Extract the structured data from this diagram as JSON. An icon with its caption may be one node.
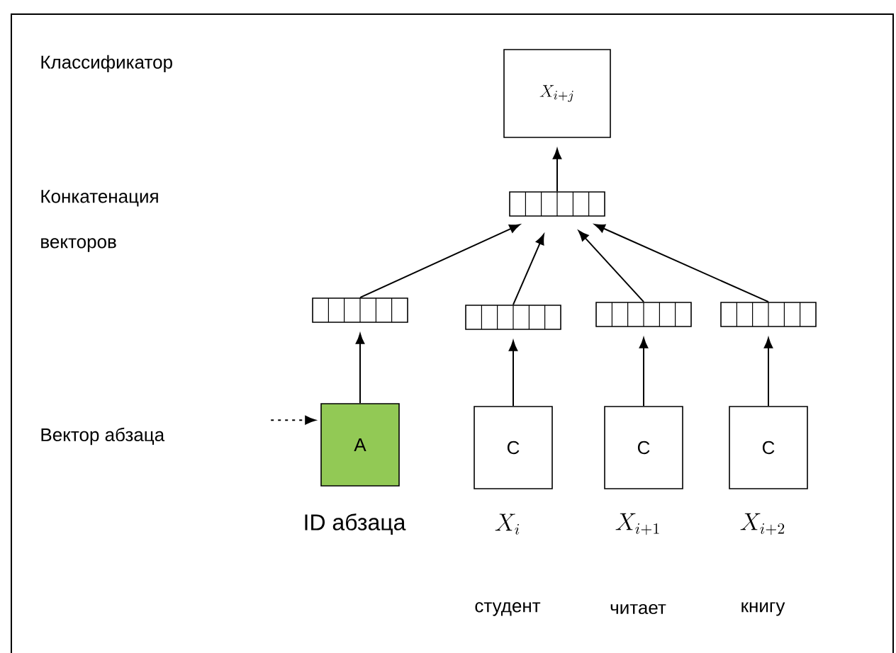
{
  "diagram": {
    "nodes": [
      {
        "text": [
          "X_{i +j}"
        ]
      },
      {
        "text": [],
        "shape": "bar"
      },
      {
        "text": [],
        "shape": "bar"
      },
      {
        "text": [],
        "shape": "bar"
      },
      {
        "text": [],
        "shape": "bar"
      },
      {
        "text": [],
        "shape": "bar"
      },
      {
        "text": [
          "A"
        ],
        "beside": [
          "ID абзаца"
        ]
      },
      {
        "text": [
          "C"
        ],
        "beside": [
          "X_{i}",
          "студент"
        ]
      },
      {
        "text": [
          "C"
        ],
        "beside": [
          "X_{i +1}",
          "читает"
        ]
      },
      {
        "text": [
          "C"
        ],
        "beside": [
          "X_{i +2}",
          "книгу"
        ]
      }
    ],
    "edges": [
      {
        "from": 1,
        "to": 0,
        "arrow": "to"
      },
      {
        "from": 2,
        "to": 1,
        "arrow": "to"
      },
      {
        "from": 3,
        "to": 1,
        "arrow": "to"
      },
      {
        "from": 4,
        "to": 1,
        "arrow": "to"
      },
      {
        "from": 5,
        "to": 1,
        "arrow": "to"
      },
      {
        "from": 6,
        "to": 2,
        "arrow": "to"
      },
      {
        "from": 7,
        "to": 3,
        "arrow": "to"
      },
      {
        "from": 8,
        "to": 4,
        "arrow": "to"
      },
      {
        "from": 9,
        "to": 5,
        "arrow": "to"
      },
      {
        "from": null,
        "to": 6,
        "arrow": "to",
        "style": "dashed"
      }
    ],
    "labels": [
      "Классификатор",
      "Конкатенация векторов",
      "Вектор абзаца"
    ]
  }
}
